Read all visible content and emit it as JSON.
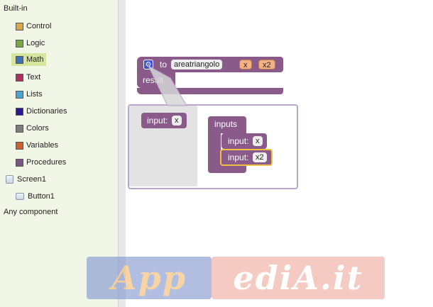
{
  "sidebar": {
    "header": "Built-in",
    "items": [
      {
        "label": "Control",
        "color": "#d9a84b"
      },
      {
        "label": "Logic",
        "color": "#77ab41"
      },
      {
        "label": "Math",
        "color": "#3f71b5"
      },
      {
        "label": "Text",
        "color": "#b32d5e"
      },
      {
        "label": "Lists",
        "color": "#49a6d4"
      },
      {
        "label": "Dictionaries",
        "color": "#2d1799"
      },
      {
        "label": "Colors",
        "color": "#7d7d7d"
      },
      {
        "label": "Variables",
        "color": "#d05f2d"
      },
      {
        "label": "Procedures",
        "color": "#7c5385"
      }
    ],
    "selected": "Math",
    "components": {
      "screen": "Screen1",
      "button": "Button1"
    },
    "any_component": "Any component"
  },
  "procedure_block": {
    "to_label": "to",
    "name": "areatriangolo",
    "params": [
      "x",
      "x2"
    ],
    "result_label": "result",
    "color": "#8a5a8a"
  },
  "mutator": {
    "left_block": {
      "label": "input:",
      "param": "x"
    },
    "container_label": "inputs",
    "inputs": [
      {
        "label": "input:",
        "param": "x"
      },
      {
        "label": "input:",
        "param": "x2"
      }
    ]
  },
  "watermark": {
    "left": "App",
    "right": "ediA.it"
  }
}
